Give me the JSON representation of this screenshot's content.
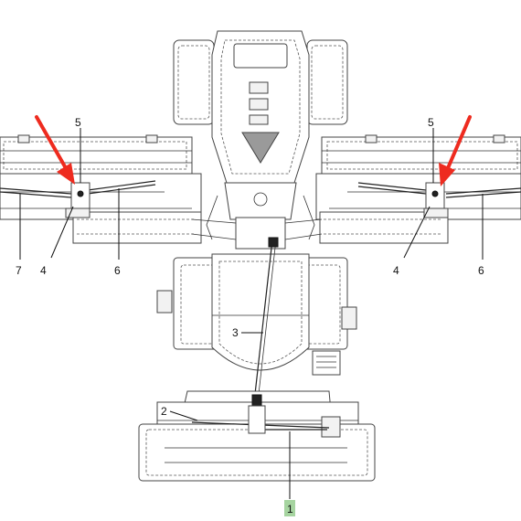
{
  "callouts": {
    "c1": "1",
    "c2": "2",
    "c3": "3",
    "c4_left": "4",
    "c4_right": "4",
    "c5_left": "5",
    "c5_right": "5",
    "c6_left": "6",
    "c6_right": "6",
    "c7": "7"
  },
  "colors": {
    "arrow": "#ee2b1f",
    "highlight": "#a6d4a0",
    "line": "#333333"
  }
}
